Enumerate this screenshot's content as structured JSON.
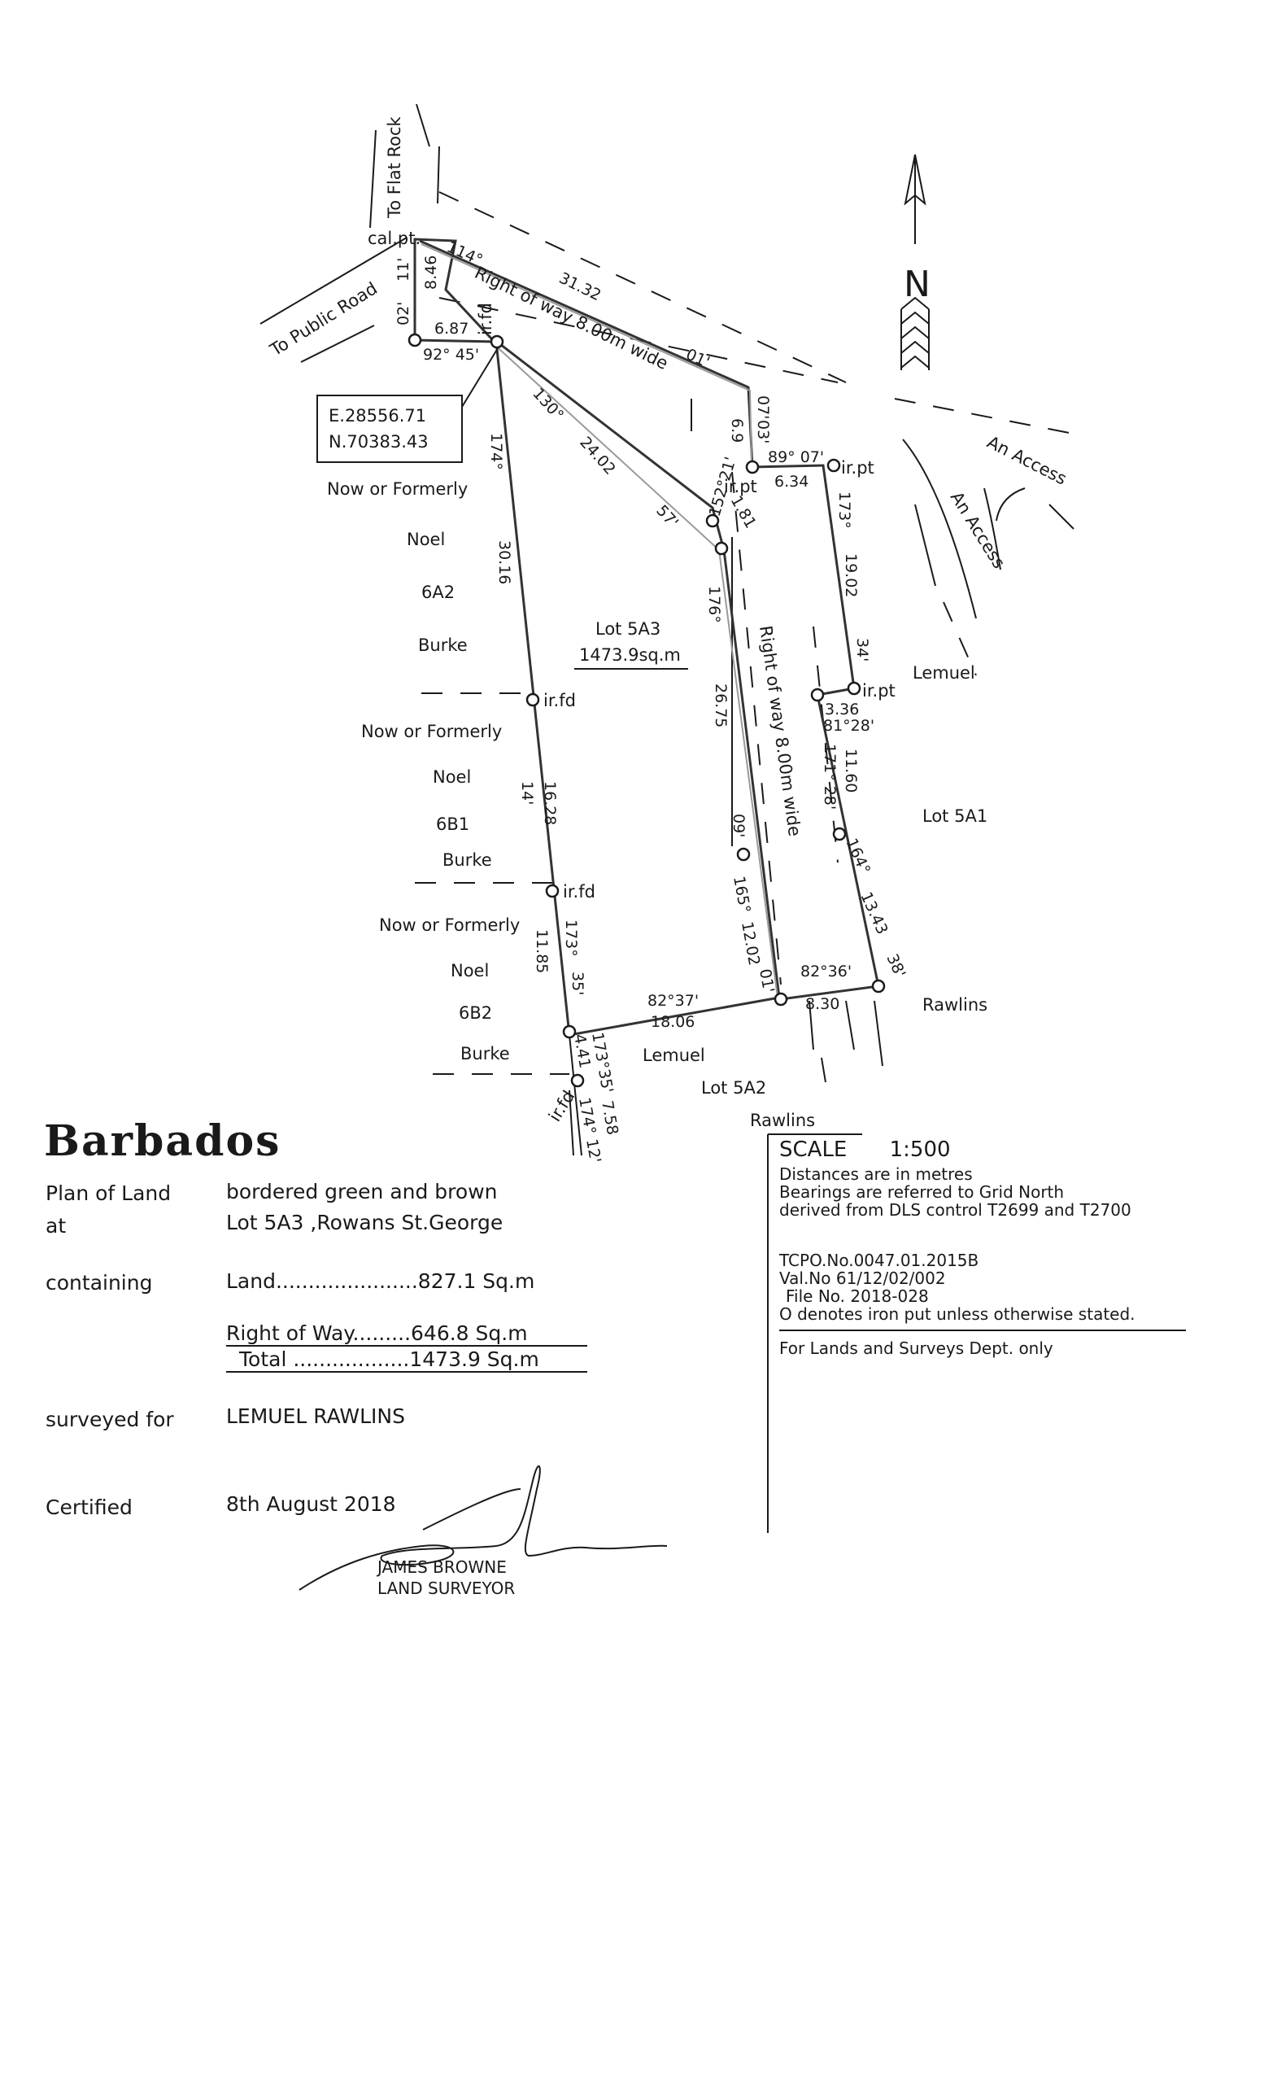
{
  "plan": {
    "roads": {
      "to_flat_rock": "To Flat Rock",
      "to_public_road": "To Public Road",
      "an_access_1": "An Access",
      "an_access_2": "An Access"
    },
    "north": "N",
    "coord_box": {
      "easting": "E.28556.71",
      "northing": "N.70383.43"
    },
    "points": {
      "cal_pt": "cal.pt.",
      "ir_fd_top": "ir.fd",
      "ir_pt_1": "ir.pt",
      "ir_pt_2": "ir.pt",
      "ir_pt_3": "ir.pt",
      "ir_fd_1": "ir.fd",
      "ir_fd_2": "ir.fd",
      "ir_fd_3": "ir.fd"
    },
    "row_top": "Right of way 8.00m wide",
    "row_mid": "Right of way 8.00m wide",
    "lot_main": {
      "name": "Lot 5A3",
      "area": "1473.9sq.m"
    },
    "adjoining": [
      {
        "line1": "Now or Formerly",
        "line2": "Noel",
        "line3": "6A2",
        "line4": "Burke"
      },
      {
        "line1": "Now or Formerly",
        "line2": "Noel",
        "line3": "6B1",
        "line4": "Burke"
      },
      {
        "line1": "Now or Formerly",
        "line2": "Noel",
        "line3": "6B2",
        "line4": "Burke"
      }
    ],
    "lot_5a1": {
      "owner1": "Lemuel",
      "lot": "Lot 5A1",
      "owner2": "Rawlins"
    },
    "lot_5a2": {
      "owner1": "Lemuel",
      "lot": "Lot 5A2",
      "owner2": "Rawlins"
    },
    "measures": {
      "m_114": "114°",
      "m_3132": "31.32",
      "m_01": "01'",
      "m_846": "8.46",
      "m_11": "11'",
      "m_02": "02'",
      "m_687": "6.87",
      "m_9245": "92° 45'",
      "m_174": "174°",
      "m_3016": "30.16",
      "m_130": "130°",
      "m_2402": "24.02",
      "m_57": "57'",
      "m_181": "1.81",
      "m_15221": "152°21'",
      "m_07": "07'",
      "m_03": "03'",
      "m_69": "6.9",
      "m_8907": "89° 07'",
      "m_634": "6.34",
      "m_173a": "173°",
      "m_1902": "19.02",
      "m_34": "34'",
      "m_336": "3.36",
      "m_8128": "81°28'",
      "m_1160": "11.60",
      "m_17128": "171° 28'",
      "m_176": "176°",
      "m_2675": "26.75",
      "m_09": "09'",
      "m_1628": "16.28",
      "m_14": "14'",
      "m_164": "164°",
      "m_1343": "13.43",
      "m_38": "38'",
      "m_165": "165°",
      "m_1202": "12.02",
      "m_01b": "01'",
      "m_8236": "82°36'",
      "m_830": "8.30",
      "m_17335": "173°",
      "m_35": "35'",
      "m_1185": "11.85",
      "m_8237": "82°37'",
      "m_1806": "18.06",
      "m_173_35": "173°35'",
      "m_441": "4.41",
      "m_758": "7.58",
      "m_17412": "174° 12'"
    }
  },
  "title_block": {
    "country": "Barbados",
    "plan_of_land_label": "Plan of Land",
    "plan_of_land_value": "bordered green and brown",
    "at_label": "at",
    "at_value": "Lot 5A3 ,Rowans St.George",
    "containing_label": "containing",
    "land": "Land......................827.1 Sq.m",
    "right_of_way": "Right of Way.........646.8 Sq.m",
    "total": "Total ..................1473.9 Sq.m",
    "surveyed_for_label": "surveyed for",
    "surveyed_for_value": "LEMUEL  RAWLINS",
    "certified_label": "Certified",
    "certified_date": "8th August 2018",
    "surveyor_name": "JAMES BROWNE",
    "surveyor_title": "LAND SURVEYOR"
  },
  "notes": {
    "scale_label": "SCALE",
    "scale_value": "1:500",
    "line1": "Distances are in metres",
    "line2": "Bearings are referred to Grid North",
    "line3": "derived from DLS control T2699 and T2700",
    "tcpo": "TCPO.No.0047.01.2015B",
    "val": "Val.No 61/12/02/002",
    "file": "File No. 2018-028",
    "iron_put": "O denotes iron put unless otherwise stated.",
    "dept": "For Lands and Surveys Dept. only"
  }
}
